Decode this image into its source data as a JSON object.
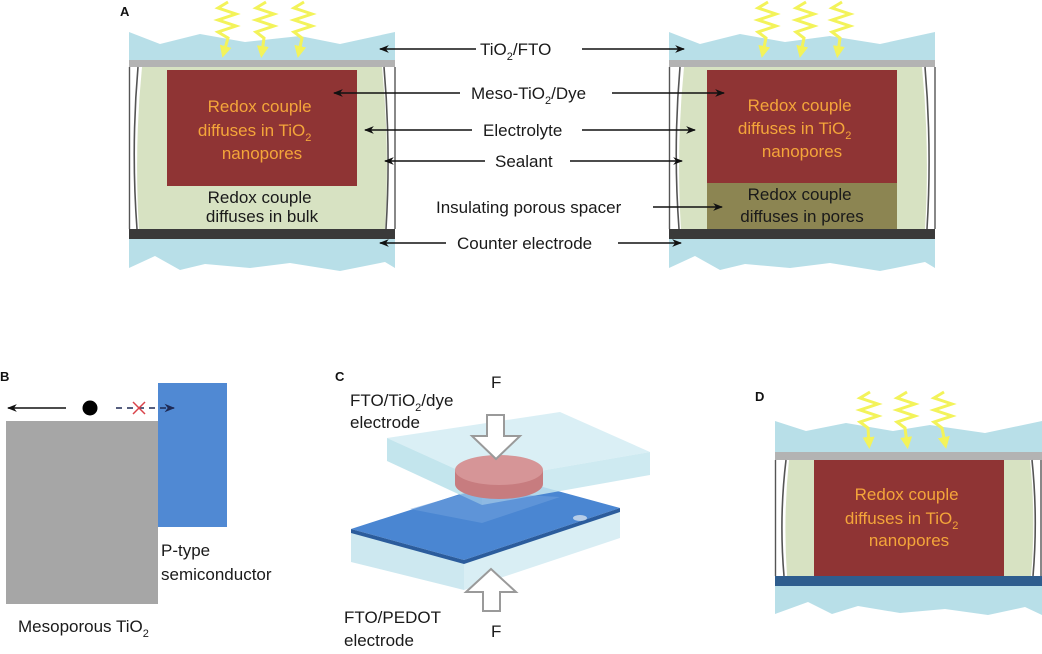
{
  "figure": {
    "colors": {
      "glass": "#b8dfe8",
      "fto": "#b3b3b3",
      "dye_tio2": "#8f3434",
      "electrolyte": "#d7e2c2",
      "sealant_line": "#555555",
      "counter_electrode_dark": "#3a3a3a",
      "counter_electrode_pedot": "#2e5d8e",
      "spacer": "#8c8552",
      "light_rays": "#f3f35a",
      "orange_text": "#f4a53a",
      "mesoporous_tio2_grey": "#a6a6a6",
      "p_type_blue": "#5089d3",
      "block_x": "#d9434a"
    },
    "panel_a": {
      "letter": "A",
      "center_labels": [
        {
          "id": "tio2-fto",
          "main": "TiO",
          "sub": "2",
          "rest": "/FTO",
          "left_arrow": true,
          "right_arrow": true
        },
        {
          "id": "meso-tio2-dye",
          "main": "Meso-TiO",
          "sub": "2",
          "rest": "/Dye",
          "left_arrow": true,
          "right_arrow": true
        },
        {
          "id": "electrolyte",
          "main": "Electrolyte",
          "sub": "",
          "rest": "",
          "left_arrow": true,
          "right_arrow": true
        },
        {
          "id": "sealant",
          "main": "Sealant",
          "sub": "",
          "rest": "",
          "left_arrow": true,
          "right_arrow": true
        },
        {
          "id": "insulating-porous-spacer",
          "main": "Insulating porous spacer",
          "sub": "",
          "rest": "",
          "left_arrow": false,
          "right_arrow": true
        },
        {
          "id": "counter-electrode",
          "main": "Counter electrode",
          "sub": "",
          "rest": "",
          "left_arrow": true,
          "right_arrow": true
        }
      ],
      "left_cell": {
        "nanopores_text": [
          "Redox couple",
          "diffuses in TiO",
          "nanopores"
        ],
        "nanopores_sub": "2",
        "bulk_text": [
          "Redox couple",
          "diffuses in bulk"
        ]
      },
      "right_cell": {
        "nanopores_text": [
          "Redox couple",
          "diffuses in TiO",
          "nanopores"
        ],
        "nanopores_sub": "2",
        "pores_text": [
          "Redox couple",
          "diffuses in pores"
        ]
      }
    },
    "panel_b": {
      "letter": "B",
      "p_type_label": [
        "P-type",
        "semiconductor"
      ],
      "mesoporous_label": "Mesoporous TiO",
      "mesoporous_sub": "2"
    },
    "panel_c": {
      "letter": "C",
      "force_label_top": "F",
      "force_label_bottom": "F",
      "top_electrode_label": [
        "FTO/TiO",
        "/dye",
        "electrode"
      ],
      "top_electrode_sub": "2",
      "bottom_electrode_label": [
        "FTO/PEDOT",
        "electrode"
      ]
    },
    "panel_d": {
      "letter": "D",
      "nanopores_text": [
        "Redox couple",
        "diffuses in TiO",
        "nanopores"
      ],
      "nanopores_sub": "2"
    }
  }
}
